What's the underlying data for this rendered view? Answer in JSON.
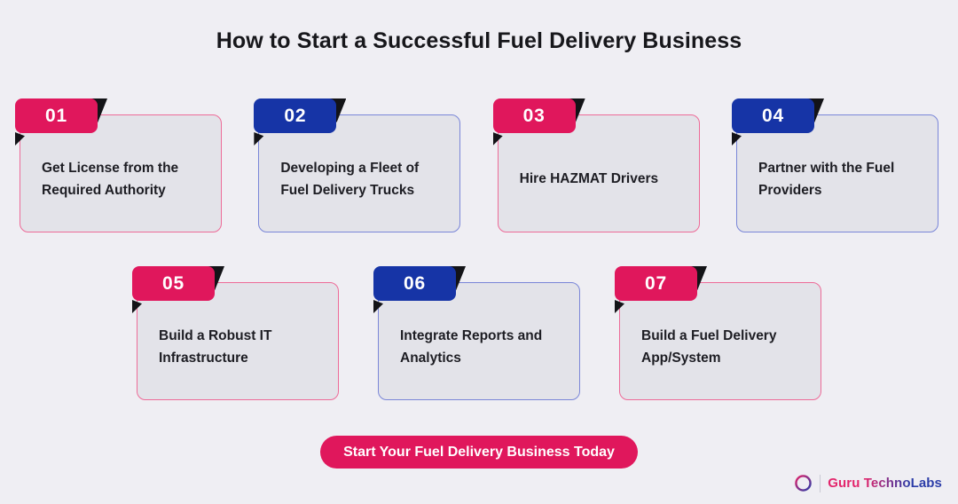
{
  "title": "How to Start a Successful Fuel Delivery Business",
  "cards": [
    {
      "number": "01",
      "label": "Get License from the Required Authority",
      "theme": "pink"
    },
    {
      "number": "02",
      "label": "Developing a Fleet of Fuel Delivery Trucks",
      "theme": "blue"
    },
    {
      "number": "03",
      "label": "Hire HAZMAT Drivers",
      "theme": "pink"
    },
    {
      "number": "04",
      "label": "Partner with the Fuel Providers",
      "theme": "blue"
    },
    {
      "number": "05",
      "label": "Build a Robust IT Infrastructure",
      "theme": "pink"
    },
    {
      "number": "06",
      "label": "Integrate Reports and Analytics",
      "theme": "blue"
    },
    {
      "number": "07",
      "label": "Build a Fuel Delivery App/System",
      "theme": "pink"
    }
  ],
  "cta": {
    "label": "Start Your Fuel Delivery Business Today"
  },
  "logo": {
    "brand": "Guru TechnoLabs",
    "icon": "g-monogram-icon"
  },
  "colors": {
    "pink": "#E0175C",
    "blue": "#1634A6",
    "pink-border": "#ED6B98",
    "blue-border": "#7A86D8",
    "card-bg": "#E3E3E9",
    "page-bg": "#EFEEF3",
    "fold": "#131317",
    "text": "#1D1D23",
    "title": "#17171B",
    "logo-pink": "#E3246B",
    "logo-blue": "#2B3CA8",
    "divider": "#C9C9D3"
  }
}
